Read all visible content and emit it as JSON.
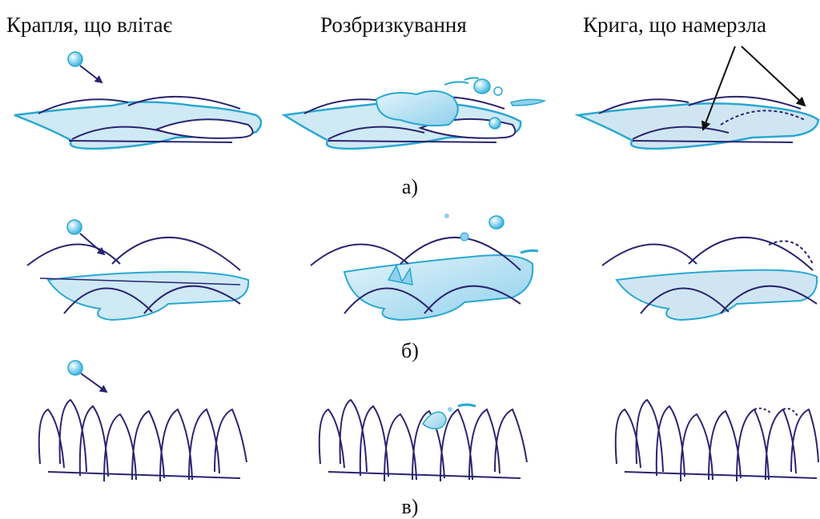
{
  "headers": {
    "col1": "Крапля, що влітає",
    "col2": "Розбризкування",
    "col3": "Крига, що намерзла"
  },
  "rows": {
    "a": "а)",
    "b": "б)",
    "c": "в)"
  },
  "colors": {
    "outline": "#2a2470",
    "water_stroke": "#29a8d0",
    "water_fill": "#bfe3f3",
    "ice_fill": "#cfe6f2",
    "arrow": "#2a2470"
  }
}
